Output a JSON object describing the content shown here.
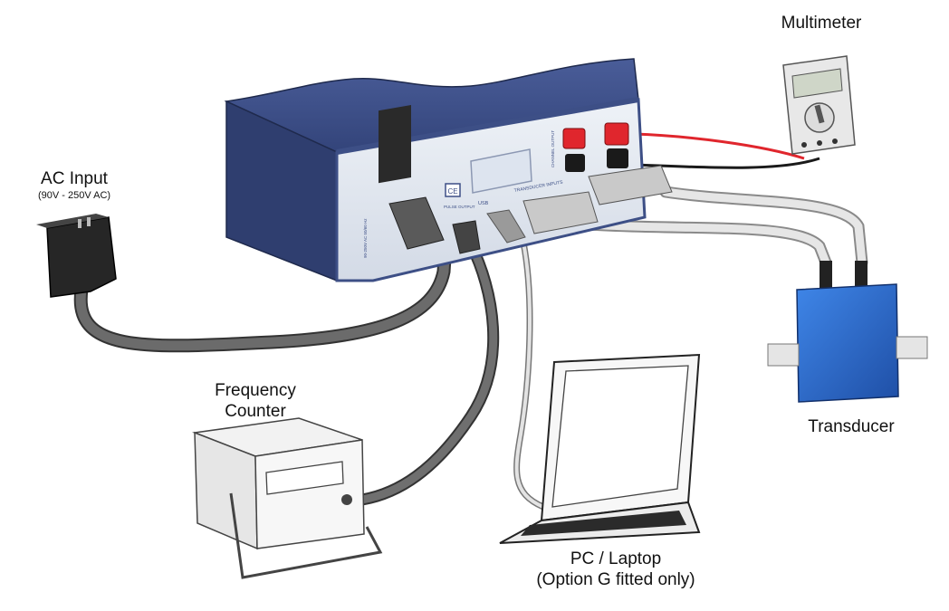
{
  "labels": {
    "multimeter": "Multimeter",
    "ac_input": "AC Input",
    "ac_input_range": "(90V - 250V AC)",
    "frequency_counter_line1": "Frequency",
    "frequency_counter_line2": "Counter",
    "transducer": "Transducer",
    "pc_laptop_line1": "PC / Laptop",
    "pc_laptop_line2": "(Option G fitted only)"
  },
  "panel_text": {
    "usb": "USB",
    "transducer_inputs": "TRANSDUCER INPUTS",
    "pulse_output": "PULSE OUTPUT",
    "ce_mark": "CE",
    "power_rating": "90-250V AC 50/60 Hz",
    "channels": "CHANNEL OUTPUT"
  },
  "colors": {
    "enclosure_blue": "#3d4f86",
    "panel_face": "#dfe5ee",
    "cable_grey": "#6b6b6b",
    "cable_light": "#d6d6d6",
    "transducer_blue": "#2f6fd1",
    "lead_red": "#e0262d",
    "lead_black": "#1a1a1a"
  }
}
